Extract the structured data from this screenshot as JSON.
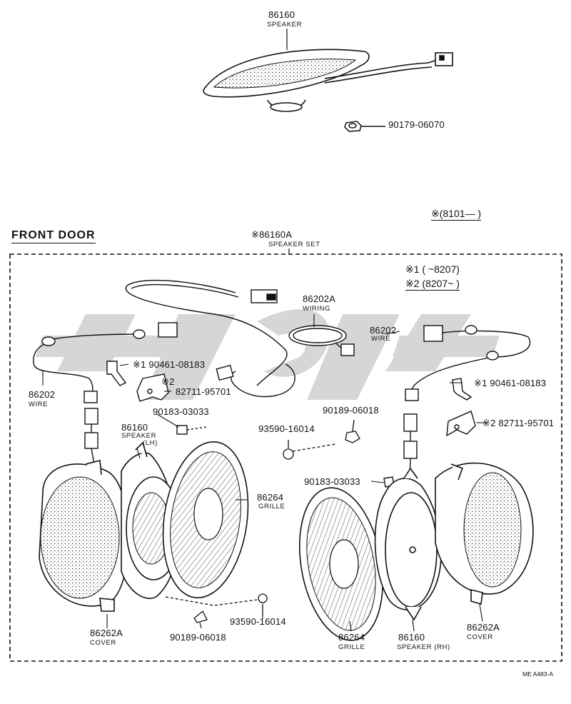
{
  "section_title": "FRONT DOOR",
  "sheet_ref": "ME  A483-A",
  "watermark_text": "4746",
  "notes": {
    "main": "※(8101—       )",
    "n1": "※1 (       ~8207)",
    "n2": "※2 (8207~         )"
  },
  "parts": {
    "top_speaker": {
      "number": "86160",
      "name": "SPEAKER"
    },
    "top_nut": {
      "number": "90179-06070"
    },
    "speaker_set": {
      "number": "※86160A",
      "name": "SPEAKER SET"
    },
    "wiring": {
      "number": "86202A",
      "name": "WIRING"
    },
    "wire_left": {
      "number": "86202",
      "name": "WIRE"
    },
    "wire_right": {
      "number": "86202",
      "name": "WIRE"
    },
    "clamp_left_1": {
      "number": "※1 90461-08183"
    },
    "clamp_left_2_mark": {
      "number": "※2"
    },
    "clamp_left_2": {
      "number": "82711-95701"
    },
    "clamp_right_1": {
      "number": "※1 90461-08183"
    },
    "clamp_right_2": {
      "number": "※2 82711-95701"
    },
    "nut_left": {
      "number": "90183-03033"
    },
    "speaker_lh": {
      "number": "86160",
      "name": "SPEAKER",
      "side": "(LH)"
    },
    "screw_mid": {
      "number": "93590-16014"
    },
    "clip_mid": {
      "number": "90189-06018"
    },
    "grille_left": {
      "number": "86264",
      "name": "GRILLE"
    },
    "nut_right": {
      "number": "90183-03033"
    },
    "screw_bottom": {
      "number": "93590-16014"
    },
    "clip_bottom": {
      "number": "90189-06018"
    },
    "cover_left": {
      "number": "86262A",
      "name": "COVER"
    },
    "grille_right": {
      "number": "86264",
      "name": "GRILLE"
    },
    "speaker_rh": {
      "number": "86160",
      "name": "SPEAKER (RH)"
    },
    "cover_right": {
      "number": "86262A",
      "name": "COVER"
    }
  }
}
